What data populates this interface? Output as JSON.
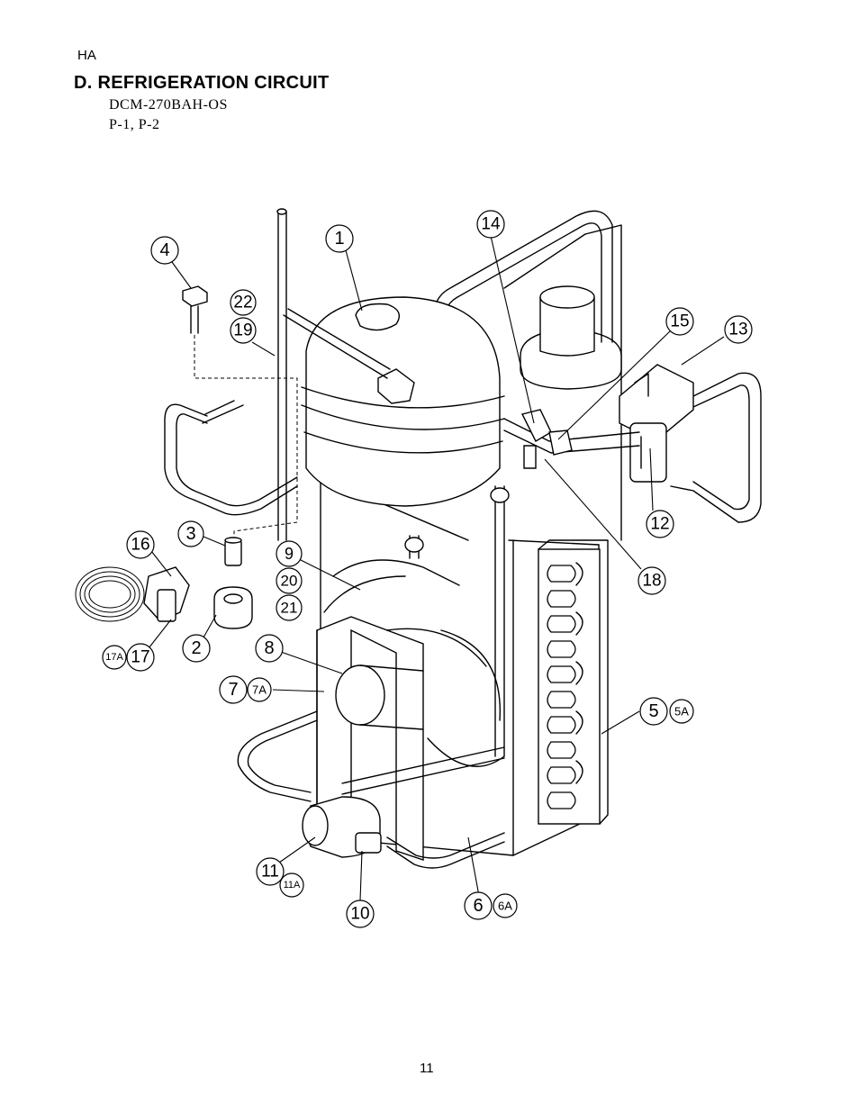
{
  "header": {
    "code": "HA",
    "title": "D. REFRIGERATION CIRCUIT",
    "model": "DCM-270BAH-OS",
    "pages": "P-1,  P-2"
  },
  "callouts": {
    "c1": "1",
    "c2": "2",
    "c3": "3",
    "c4": "4",
    "c5": "5",
    "c5a": "5A",
    "c6": "6",
    "c6a": "6A",
    "c7": "7",
    "c7a": "7A",
    "c8": "8",
    "c9": "9",
    "c10": "10",
    "c11": "11",
    "c11a": "11A",
    "c12": "12",
    "c13": "13",
    "c14": "14",
    "c15": "15",
    "c16": "16",
    "c17": "17",
    "c17a": "17A",
    "c18": "18",
    "c19": "19",
    "c20": "20",
    "c21": "21",
    "c22": "22"
  },
  "footer": {
    "page_number": "11"
  }
}
